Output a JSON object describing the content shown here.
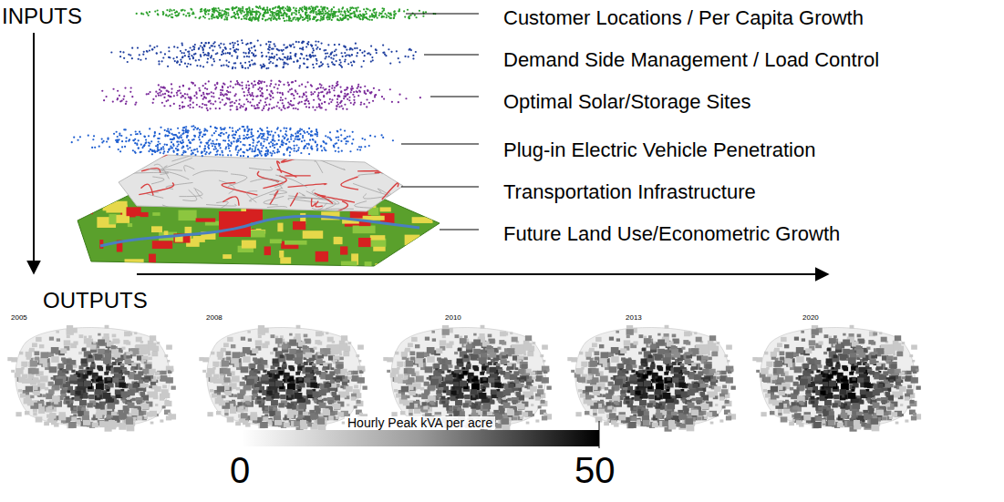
{
  "diagram": {
    "labels": [
      "INPUTS",
      "Customer Locations / Per Capita Growth",
      "Demand Side Management / Load Control",
      "Optimal Solar/Storage Sites",
      "Plug-in Electric Vehicle Penetration",
      "Transportation Infrastructure",
      "Future Land Use/Econometric Growth",
      "OUTPUTS",
      "2005",
      "2008",
      "2010",
      "2013",
      "2020",
      "Hourly Peak kVA per acre",
      "0",
      "50"
    ]
  }
}
